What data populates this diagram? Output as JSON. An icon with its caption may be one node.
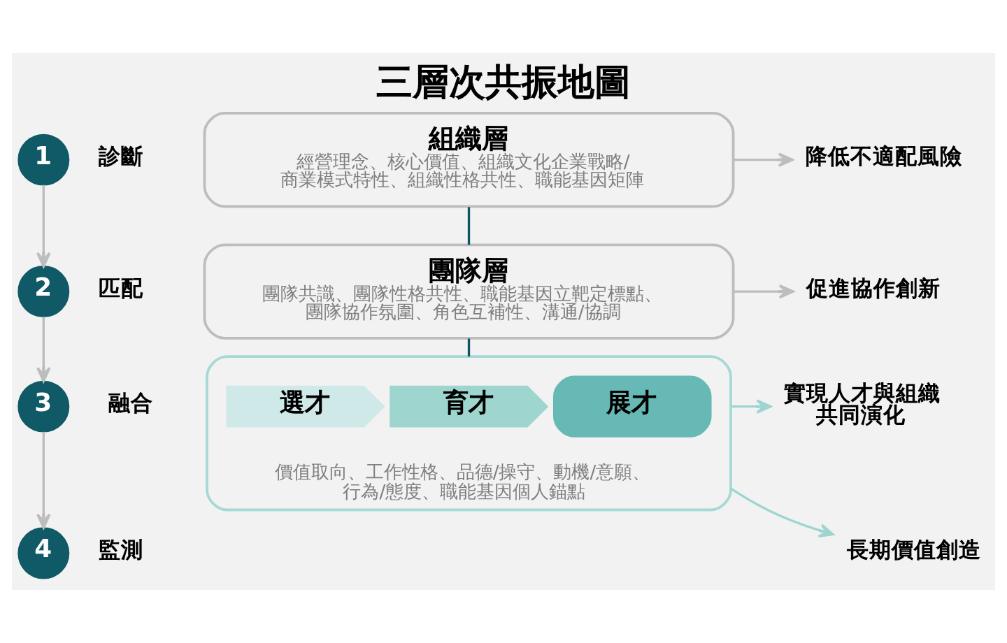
{
  "diagram": {
    "title": "三層次共振地圖",
    "nodes": [
      {
        "text": [
          "1"
        ],
        "beside": [
          "診斷"
        ]
      },
      {
        "text": [
          "組織層",
          "經營理念、核心價值、組織文化企業戰略/商業模式特性、組織性格共性、職能基因矩陣"
        ]
      },
      {
        "text": [
          "降低不適配風險"
        ]
      },
      {
        "text": [
          "2"
        ],
        "beside": [
          "匹配"
        ]
      },
      {
        "text": [
          "團隊層",
          "團隊共識、團隊性格共性、職能基因立靶定標點、團隊協作氛圍、角色互補性、溝通/協調"
        ]
      },
      {
        "text": [
          "促進協作創新"
        ]
      },
      {
        "text": [
          "3"
        ],
        "beside": [
          "融合"
        ]
      },
      {
        "text": [
          "價值取向、工作性格、品德/操守、動機/意願、行為/態度、職能基因個人錨點"
        ]
      },
      {
        "text": [
          "選才"
        ],
        "in": 7
      },
      {
        "text": [
          "育才"
        ],
        "in": 7
      },
      {
        "text": [
          "展才"
        ],
        "in": 7
      },
      {
        "text": [
          "實現人才與組織共同演化"
        ]
      },
      {
        "text": [
          "4"
        ],
        "beside": [
          "監測"
        ]
      },
      {
        "text": [
          "長期價值創造"
        ]
      }
    ],
    "edges": [
      {
        "from": 0,
        "to": 3,
        "arrow": "to"
      },
      {
        "from": 3,
        "to": 6,
        "arrow": "to"
      },
      {
        "from": 6,
        "to": 12,
        "arrow": "to"
      },
      {
        "from": 1,
        "to": 4,
        "arrow": "none",
        "color": "#0e5663"
      },
      {
        "from": 4,
        "to": 7,
        "arrow": "none",
        "color": "#0e5663"
      },
      {
        "from": 1,
        "to": 2,
        "arrow": "to"
      },
      {
        "from": 4,
        "to": 5,
        "arrow": "to"
      },
      {
        "from": 7,
        "to": 11,
        "arrow": "to",
        "color": "#9fd5d1"
      },
      {
        "from": 7,
        "to": 13,
        "arrow": "to",
        "color": "#9fd5d1"
      }
    ]
  }
}
